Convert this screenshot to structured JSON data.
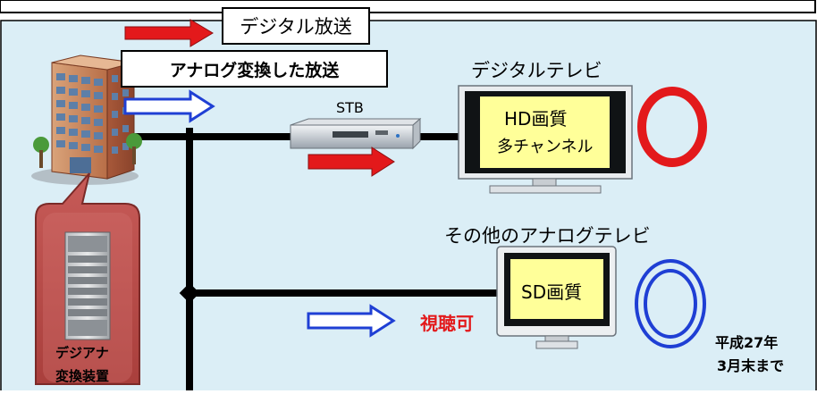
{
  "labels": {
    "digital_broadcast": "デジタル放送",
    "analog_converted_broadcast": "アナログ変換した放送",
    "digital_tv_title": "デジタルテレビ",
    "stb": "STB",
    "hd_quality": "HD画質",
    "multi_channel": "多チャンネル",
    "other_analog_tv_title": "その他のアナログテレビ",
    "sd_quality": "SD画質",
    "viewable": "視聴可",
    "converter_line1": "デジアナ",
    "converter_line2": "変換装置",
    "deadline_line1": "平成27年",
    "deadline_line2": "3月末まで"
  },
  "colors": {
    "background_panel": "#dbeef6",
    "digital_arrow": "#e3191b",
    "analog_arrow": "#1f3fd4",
    "circle_digital": "#e3191b",
    "circle_analog": "#1f3fd4",
    "callout_fill": "#c0504d",
    "screen_fill": "#ffff99",
    "viewable_text": "#e3191b"
  },
  "icons": {
    "building": "office-building-icon",
    "stb": "set-top-box-icon",
    "digital_tv": "flat-tv-icon",
    "analog_tv": "crt-tv-icon",
    "converter": "equipment-rack-icon"
  }
}
